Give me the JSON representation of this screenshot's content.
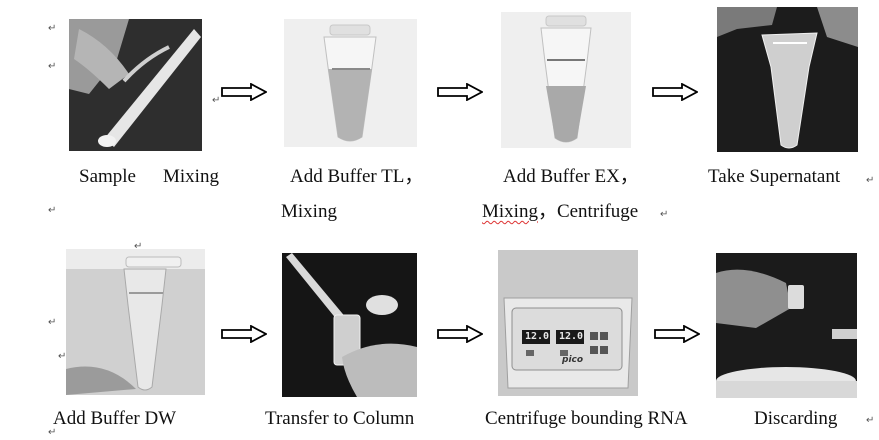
{
  "steps_row1": [
    {
      "caption_a": "Sample",
      "caption_b": "Mixing"
    },
    {
      "caption_line1": "Add Buffer TL，",
      "caption_line2": "Mixing"
    },
    {
      "caption_line1": "Add Buffer EX，",
      "caption_line2_part1": "Mixing",
      "caption_line2_part2": "，Centrifuge"
    },
    {
      "caption": "Take Supernatant"
    }
  ],
  "steps_row2": [
    {
      "caption": "Add Buffer DW"
    },
    {
      "caption": "Transfer to Column"
    },
    {
      "caption": "Centrifuge bounding RNA",
      "device_brand": "pico",
      "device_display_1": "12.0",
      "device_display_2": "12.0"
    },
    {
      "caption": "Discarding"
    }
  ],
  "paragraph_mark": "↵",
  "colors": {
    "arrow_stroke": "#000000",
    "arrow_fill": "#ffffff",
    "text": "#111111"
  }
}
